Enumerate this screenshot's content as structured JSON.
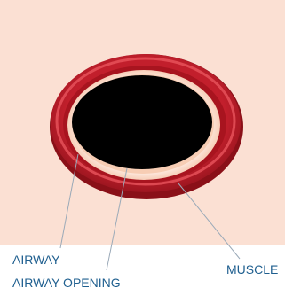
{
  "labels": {
    "airway": "AIRWAY",
    "airway_opening": "AIRWAY OPENING",
    "muscle": "MUSCLE"
  },
  "colors": {
    "background_tissue": "#fbe0d3",
    "muscle_dark": "#9c1620",
    "muscle_mid": "#c21f2c",
    "muscle_highlight": "#e8545c",
    "airway_wall": "#f6c8ad",
    "airway_inner": "#fde7dc",
    "opening": "#000000",
    "label_text": "#1f5f8f",
    "leader_line": "#9aa9b8"
  }
}
